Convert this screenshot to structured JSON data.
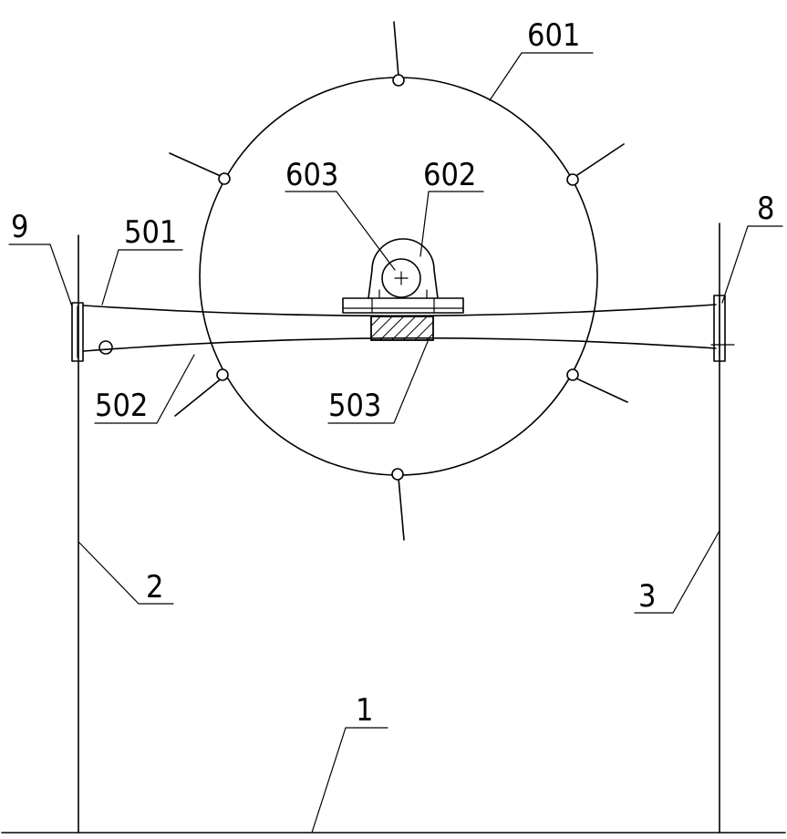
{
  "callouts": {
    "c1": "1",
    "c2": "2",
    "c3": "3",
    "c8": "8",
    "c9": "9",
    "c501": "501",
    "c502": "502",
    "c503": "503",
    "c601": "601",
    "c602": "602",
    "c603": "603"
  }
}
